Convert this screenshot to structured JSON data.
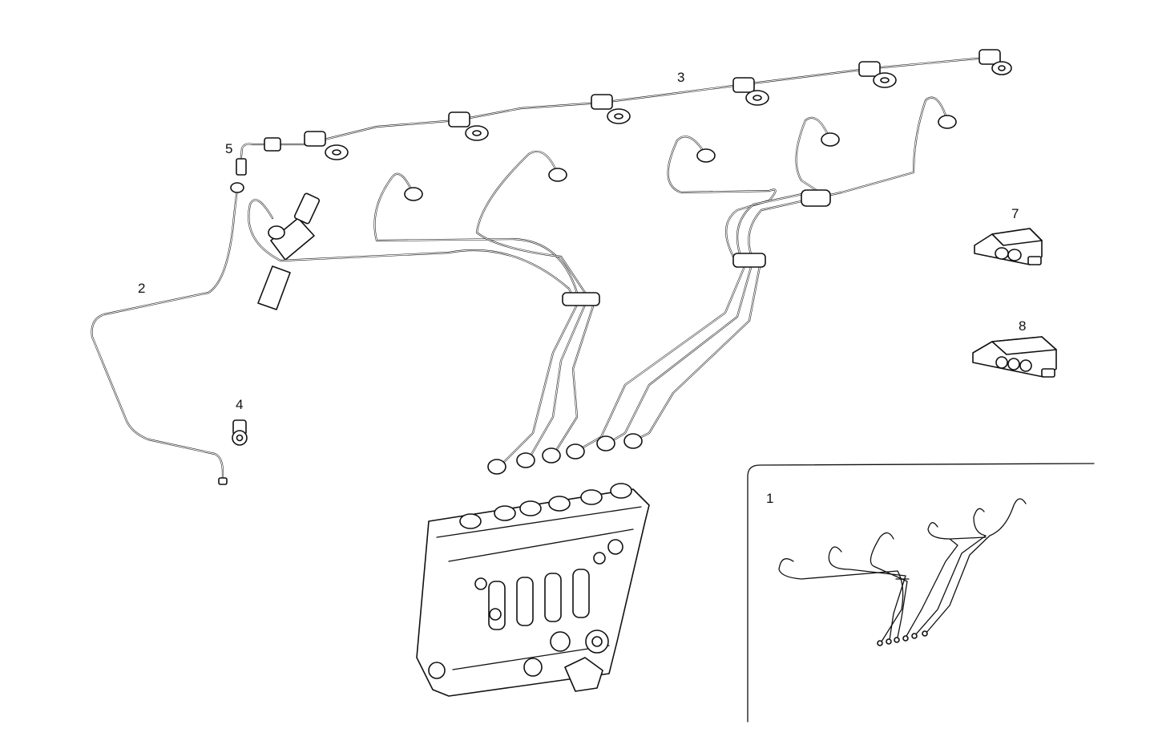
{
  "diagram": {
    "callouts": [
      {
        "id": "1",
        "label": "1"
      },
      {
        "id": "2",
        "label": "2"
      },
      {
        "id": "3",
        "label": "3"
      },
      {
        "id": "4",
        "label": "4"
      },
      {
        "id": "5",
        "label": "5"
      },
      {
        "id": "7",
        "label": "7"
      },
      {
        "id": "8",
        "label": "8"
      }
    ]
  }
}
